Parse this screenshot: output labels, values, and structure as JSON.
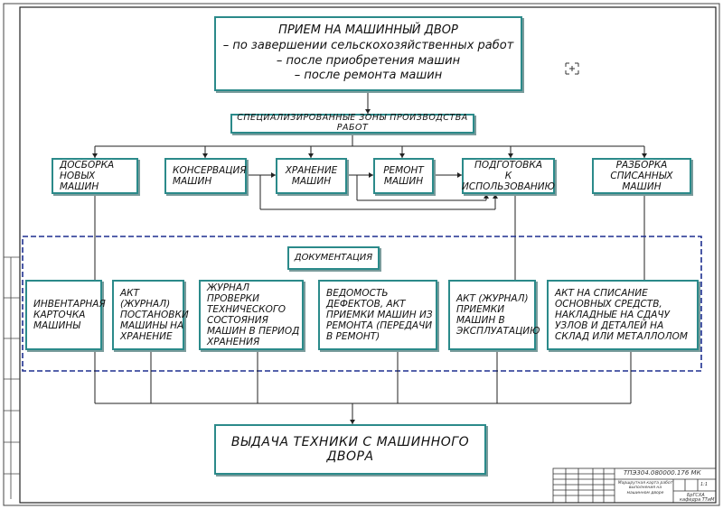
{
  "top_box": {
    "line1": "ПРИЕМ НА МАШИННЫЙ ДВОР",
    "line2": "– по завершении сельскохозяйственных работ",
    "line3": "– после приобретения машин",
    "line4": "– после ремонта машин"
  },
  "zones_header": "СПЕЦИАЛИЗИРОВАННЫЕ ЗОНЫ ПРОИЗВОДСТВА РАБОТ",
  "zones": [
    {
      "line1": "ДОСБОРКА НОВЫХ",
      "line2": "МАШИН"
    },
    {
      "line1": "КОНСЕРВАЦИЯ",
      "line2": "МАШИН"
    },
    {
      "line1": "ХРАНЕНИЕ",
      "line2": "МАШИН"
    },
    {
      "line1": "РЕМОНТ",
      "line2": "МАШИН"
    },
    {
      "line1": "ПОДГОТОВКА",
      "line2": "К ИСПОЛЬЗОВАНИЮ"
    },
    {
      "line1": "РАЗБОРКА",
      "line2": "СПИСАННЫХ МАШИН"
    }
  ],
  "docs_header": "ДОКУМЕНТАЦИЯ",
  "docs": [
    {
      "text": "ИНВЕНТАРНАЯ КАРТОЧКА МАШИНЫ"
    },
    {
      "text": "АКТ (ЖУРНАЛ) ПОСТАНОВКИ МАШИНЫ НА ХРАНЕНИЕ"
    },
    {
      "text": "ЖУРНАЛ ПРОВЕРКИ ТЕХНИЧЕСКОГО СОСТОЯНИЯ МАШИН В ПЕРИОД ХРАНЕНИЯ"
    },
    {
      "text": "ВЕДОМОСТЬ ДЕФЕКТОВ, АКТ ПРИЕМКИ МАШИН ИЗ РЕМОНТА (ПЕРЕДАЧИ В РЕМОНТ)"
    },
    {
      "text": "АКТ (ЖУРНАЛ) ПРИЕМКИ МАШИН В ЭКСПЛУАТАЦИЮ"
    },
    {
      "text": "АКТ НА СПИСАНИЕ ОСНОВНЫХ СРЕДСТВ, НАКЛАДНЫЕ НА СДАЧУ УЗЛОВ И ДЕТАЛЕЙ НА СКЛАД ИЛИ МЕТАЛЛОЛОМ"
    }
  ],
  "bottom_box": "ВЫДАЧА ТЕХНИКИ С МАШИННОГО ДВОРА",
  "title_block": {
    "designation": "ТПЭ304.080000.176 МК",
    "description": "Маршрутная карта работ выполнения на машинном дворе",
    "org_line1": "БрГСХА",
    "org_line2": "кафедра ТТиМ",
    "scale": "1:1"
  },
  "colors": {
    "box_border": "#2b8a8a",
    "line": "#222222",
    "dash": "#1d2f8f"
  }
}
